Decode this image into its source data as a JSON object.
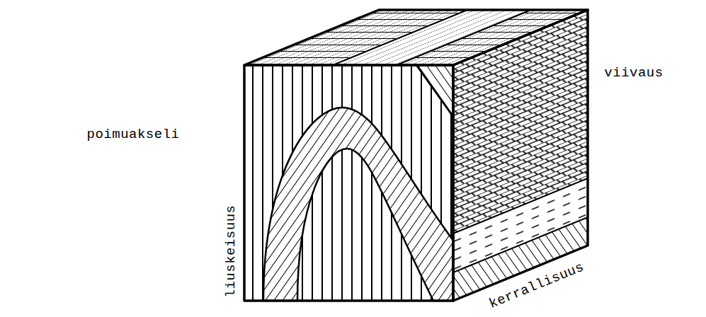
{
  "diagram": {
    "labels": [
      "poimuakseli",
      "viivaus",
      "liuskeisuus",
      "kerrallisuus"
    ]
  }
}
